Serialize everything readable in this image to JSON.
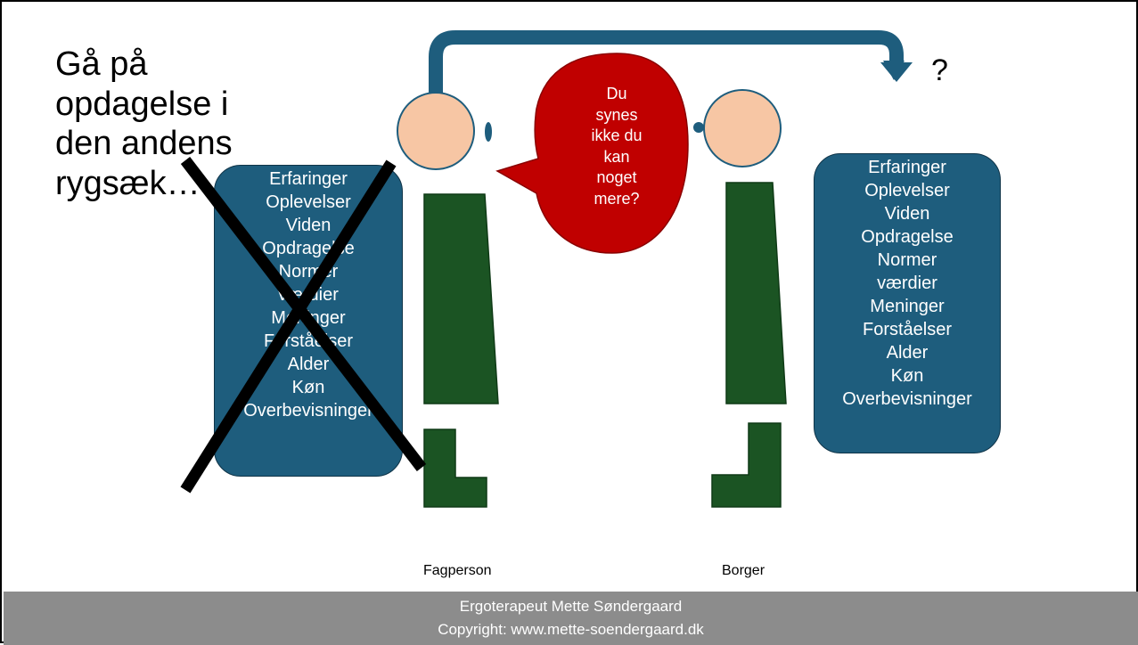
{
  "slide": {
    "title": "Gå på opdagelse i den andens rygsæk…",
    "question_mark": "?",
    "speech_bubble": {
      "lines": [
        "Du",
        "synes",
        "ikke du",
        "kan",
        "noget",
        "mere?"
      ]
    },
    "left_box": {
      "items": [
        "Erfaringer",
        "Oplevelser",
        "Viden",
        "Opdragelse",
        "Normer",
        "værdier",
        "Meninger",
        "Forståelser",
        "Alder",
        "Køn",
        "Overbevisninger"
      ],
      "crossed_out": true
    },
    "right_box": {
      "items": [
        "Erfaringer",
        "Oplevelser",
        "Viden",
        "Opdragelse",
        "Normer",
        "værdier",
        "Meninger",
        "Forståelser",
        "Alder",
        "Køn",
        "Overbevisninger"
      ]
    },
    "figures": {
      "left_label": "Fagperson",
      "right_label": "Borger"
    },
    "footer": {
      "line1": "Ergoterapeut Mette Søndergaard",
      "line2": "Copyright: www.mette-soendergaard.dk"
    },
    "colors": {
      "box_fill": "#1e5d7d",
      "bubble_fill": "#c00000",
      "head_fill": "#f7c6a4",
      "body_fill": "#1b5423",
      "footer_fill": "#8c8c8c"
    }
  }
}
